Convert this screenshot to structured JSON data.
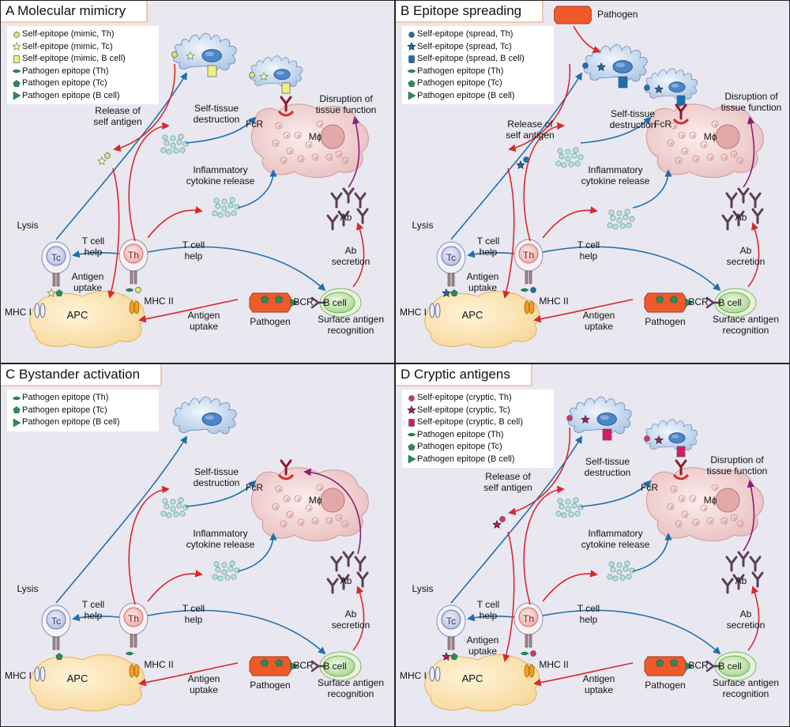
{
  "panels": [
    {
      "title": "A Molecular mimicry",
      "legend": [
        {
          "text": "Self-epitope (mimic, Th)",
          "icon": "circle",
          "color": "#d6e86a"
        },
        {
          "text": "Self-epitope (mimic, Tc)",
          "icon": "star-outline",
          "color": "#cfe08a"
        },
        {
          "text": "Self-epitope (mimic, B cell)",
          "icon": "square",
          "color": "#eef080"
        },
        {
          "text": "Pathogen epitope (Th)",
          "icon": "leaf",
          "color": "#2e8b57"
        },
        {
          "text": "Pathogen epitope (Tc)",
          "icon": "pentagon",
          "color": "#2e8b57"
        },
        {
          "text": "Pathogen epitope (B cell)",
          "icon": "triangle",
          "color": "#2e8b57"
        }
      ],
      "labels": {
        "release": "Release of\nself antigen",
        "self_tissue": "Self-tissue\ndestruction",
        "disruption": "Disruption of\ntissue function",
        "fcr": "FcR",
        "mphi": "Mɸ",
        "inflammatory": "Inflammatory\ncytokine release",
        "lysis": "Lysis",
        "tc": "Tc",
        "th": "Th",
        "tcell_help_left": "T cell\nhelp",
        "tcell_help_right": "T cell\nhelp",
        "antigen_uptake_upper": "Antigen\nuptake",
        "mhc1": "MHC I",
        "mhc2": "MHC II",
        "apc": "APC",
        "antigen_uptake_lower": "Antigen\nuptake",
        "pathogen": "Pathogen",
        "bcr": "BCR",
        "bcell": "B cell",
        "surface": "Surface antigen\nrecognition",
        "ab": "Ab",
        "ab_secretion": "Ab\nsecretion"
      }
    },
    {
      "title": "B Epitope spreading",
      "top_pathogen": "Pathogen",
      "legend": [
        {
          "text": "Self-epitope (spread, Th)",
          "icon": "circle",
          "color": "#1a6fb0"
        },
        {
          "text": "Self-epitope (spread, Tc)",
          "icon": "star",
          "color": "#1a6fb0"
        },
        {
          "text": "Self-epitope (spread, B cell)",
          "icon": "square",
          "color": "#1a6fb0"
        },
        {
          "text": "Pathogen epitope (Th)",
          "icon": "leaf",
          "color": "#2e8b57"
        },
        {
          "text": "Pathogen epitope (Tc)",
          "icon": "pentagon",
          "color": "#2e8b57"
        },
        {
          "text": "Pathogen epitope (B cell)",
          "icon": "triangle",
          "color": "#2e8b57"
        }
      ],
      "labels": {
        "release": "Release of\nself antigen",
        "self_tissue": "Self-tissue\ndestruction",
        "disruption": "Disruption of\ntissue function",
        "fcr": "FcR",
        "mphi": "Mɸ",
        "inflammatory": "Inflammatory\ncytokine release",
        "lysis": "Lysis",
        "tc": "Tc",
        "th": "Th",
        "tcell_help_left": "T cell\nhelp",
        "tcell_help_right": "T cell\nhelp",
        "antigen_uptake_upper": "Antigen\nuptake",
        "mhc1": "MHC I",
        "mhc2": "MHC II",
        "apc": "APC",
        "antigen_uptake_lower": "Antigen\nuptake",
        "pathogen": "Pathogen",
        "bcr": "BCR",
        "bcell": "B cell",
        "surface": "Surface antigen\nrecognition",
        "ab": "Ab",
        "ab_secretion": "Ab\nsecretion"
      }
    },
    {
      "title": "C Bystander activation",
      "legend": [
        {
          "text": "Pathogen epitope (Th)",
          "icon": "leaf",
          "color": "#2e8b57"
        },
        {
          "text": "Pathogen epitope (Tc)",
          "icon": "pentagon",
          "color": "#2e8b57"
        },
        {
          "text": "Pathogen epitope (B cell)",
          "icon": "triangle",
          "color": "#2e8b57"
        }
      ],
      "labels": {
        "self_tissue": "Self-tissue\ndestruction",
        "fcr": "FcR",
        "mphi": "Mɸ",
        "inflammatory": "Inflammatory\ncytokine release",
        "lysis": "Lysis",
        "tc": "Tc",
        "th": "Th",
        "tcell_help_left": "T cell\nhelp",
        "tcell_help_right": "T cell\nhelp",
        "mhc1": "MHC I",
        "mhc2": "MHC II",
        "apc": "APC",
        "antigen_uptake_lower": "Antigen\nuptake",
        "pathogen": "Pathogen",
        "bcr": "BCR",
        "bcell": "B cell",
        "surface": "Surface antigen\nrecognition",
        "ab": "Ab",
        "ab_secretion": "Ab\nsecretion"
      }
    },
    {
      "title": "D Cryptic antigens",
      "legend": [
        {
          "text": "Self-epitope (cryptic, Th)",
          "icon": "circle",
          "color": "#d6336c"
        },
        {
          "text": "Self-epitope (cryptic, Tc)",
          "icon": "star",
          "color": "#c2185b"
        },
        {
          "text": "Self-epitope (cryptic, B cell)",
          "icon": "square",
          "color": "#d81b60"
        },
        {
          "text": "Pathogen epitope (Th)",
          "icon": "leaf",
          "color": "#2e8b57"
        },
        {
          "text": "Pathogen epitope (Tc)",
          "icon": "pentagon",
          "color": "#2e8b57"
        },
        {
          "text": "Pathogen epitope (B cell)",
          "icon": "triangle",
          "color": "#2e8b57"
        }
      ],
      "labels": {
        "release": "Release of\nself antigen",
        "self_tissue": "Self-tissue\ndestruction",
        "disruption": "Disruption of\ntissue function",
        "fcr": "FcR",
        "mphi": "Mɸ",
        "inflammatory": "Inflammatory\ncytokine release",
        "lysis": "Lysis",
        "tc": "Tc",
        "th": "Th",
        "tcell_help_left": "T cell\nhelp",
        "tcell_help_right": "T cell\nhelp",
        "antigen_uptake_upper": "Antigen\nuptake",
        "mhc1": "MHC I",
        "mhc2": "MHC II",
        "apc": "APC",
        "antigen_uptake_lower": "Antigen\nuptake",
        "pathogen": "Pathogen",
        "bcr": "BCR",
        "bcell": "B cell",
        "surface": "Surface antigen\nrecognition",
        "ab": "Ab",
        "ab_secretion": "Ab\nsecretion"
      }
    }
  ]
}
